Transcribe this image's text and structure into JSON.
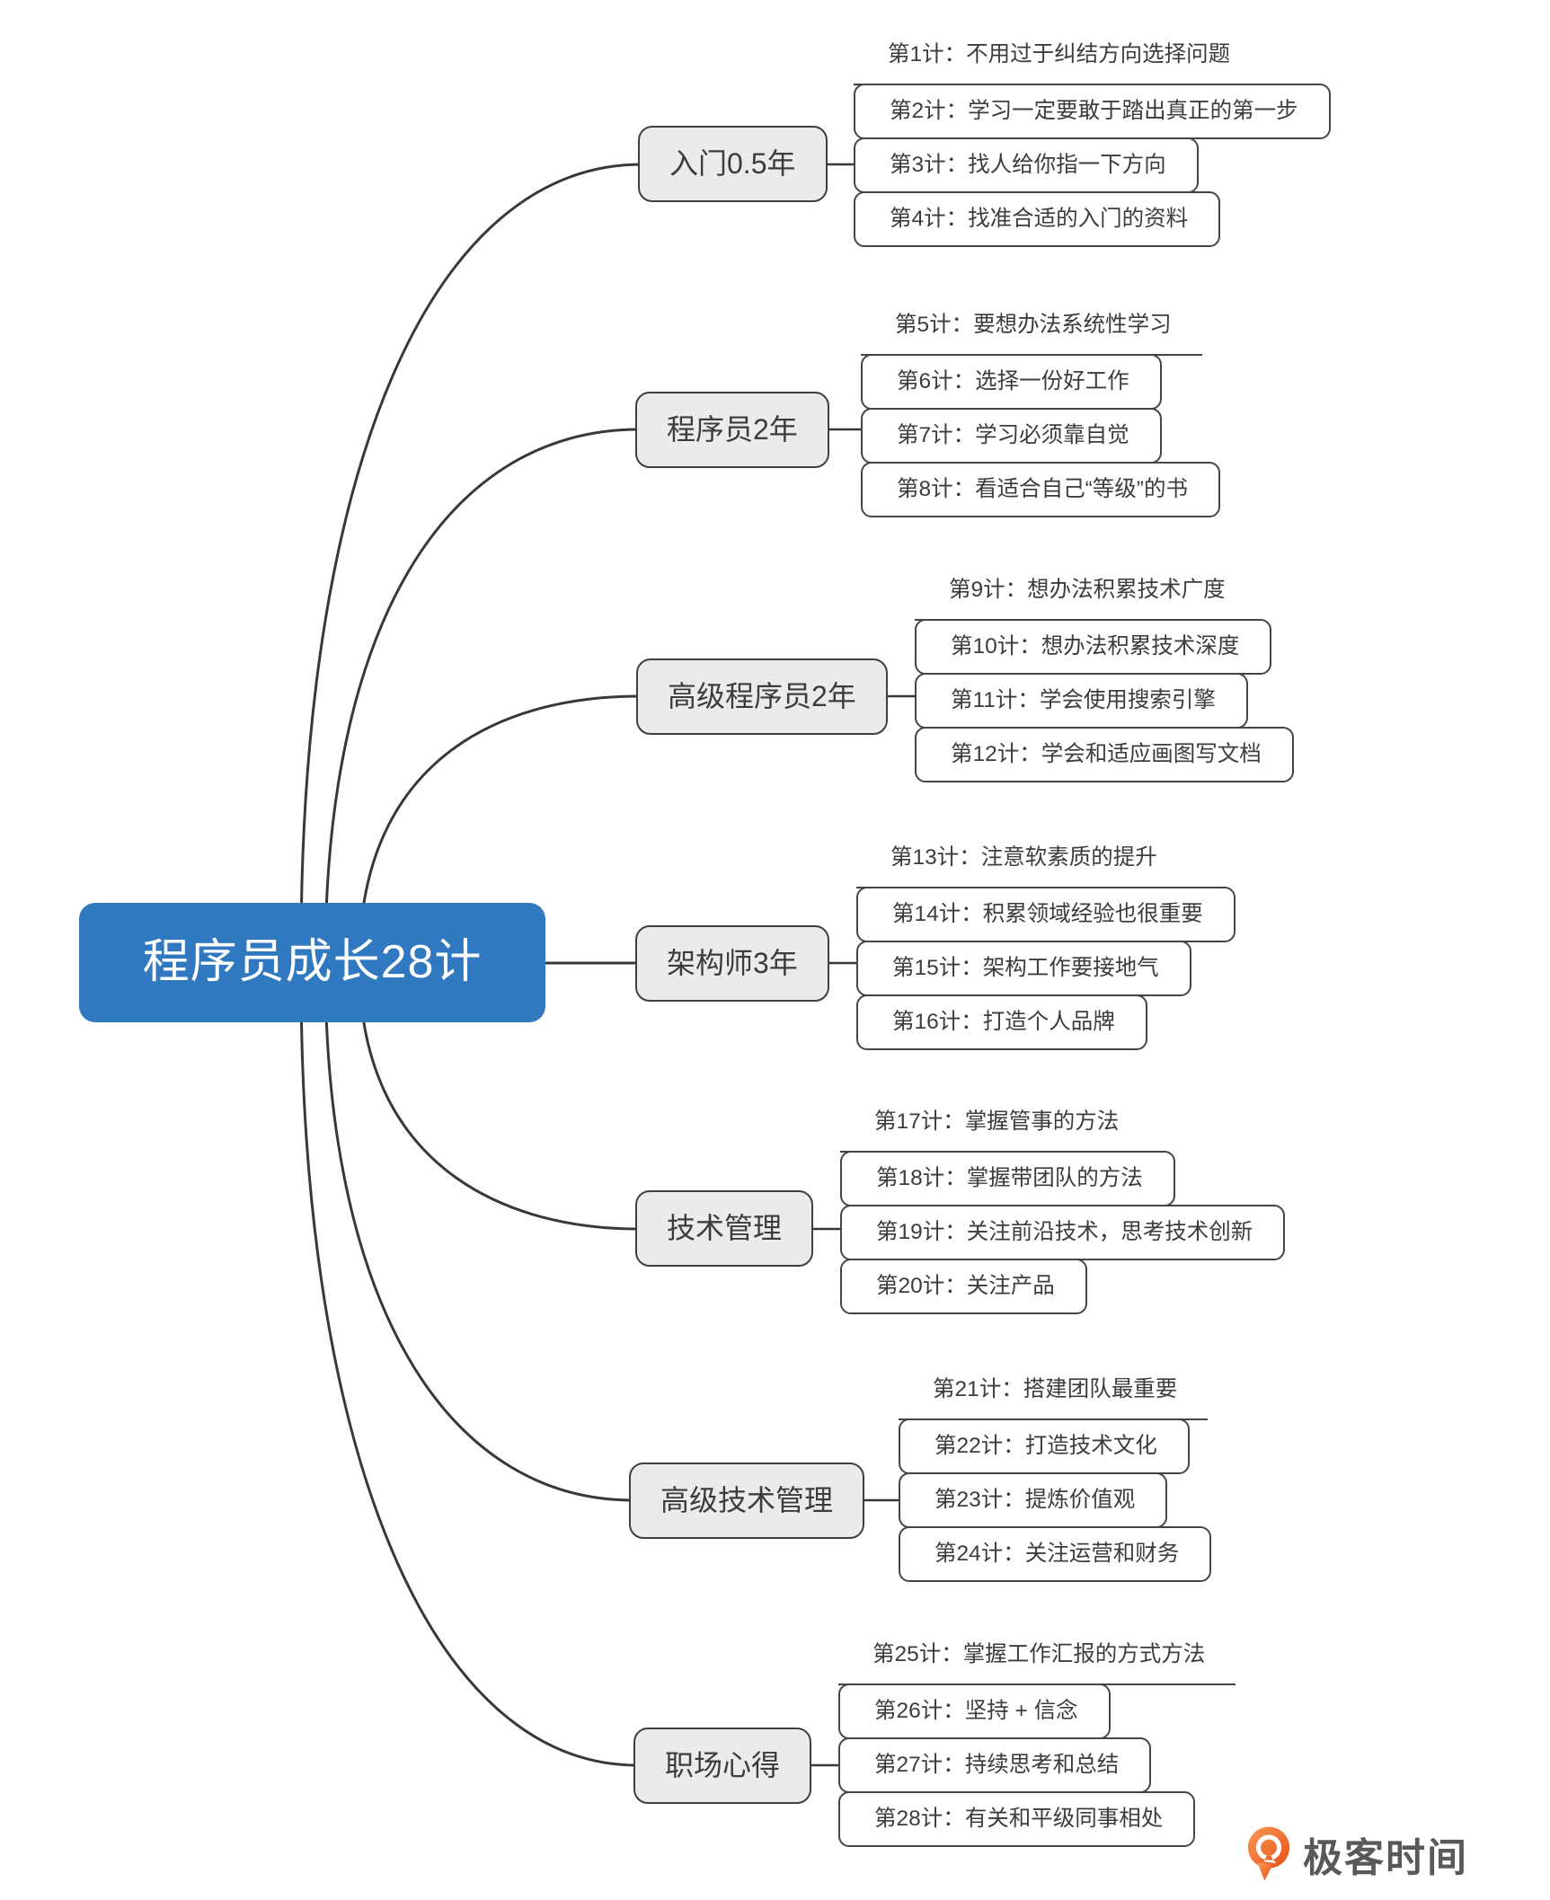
{
  "central": {
    "label": "程序员成长28计"
  },
  "branches": [
    {
      "label": "入门0.5年",
      "items": [
        "第1计：不用过于纠结方向选择问题",
        "第2计：学习一定要敢于踏出真正的第一步",
        "第3计：找人给你指一下方向",
        "第4计：找准合适的入门的资料"
      ]
    },
    {
      "label": "程序员2年",
      "items": [
        "第5计：要想办法系统性学习",
        "第6计：选择一份好工作",
        "第7计：学习必须靠自觉",
        "第8计：看适合自己“等级”的书"
      ]
    },
    {
      "label": "高级程序员2年",
      "items": [
        "第9计：想办法积累技术广度",
        "第10计：想办法积累技术深度",
        "第11计：学会使用搜索引擎",
        "第12计：学会和适应画图写文档"
      ]
    },
    {
      "label": "架构师3年",
      "items": [
        "第13计：注意软素质的提升",
        "第14计：积累领域经验也很重要",
        "第15计：架构工作要接地气",
        "第16计：打造个人品牌"
      ]
    },
    {
      "label": "技术管理",
      "items": [
        "第17计：掌握管事的方法",
        "第18计：掌握带团队的方法",
        "第19计：关注前沿技术，思考技术创新",
        "第20计：关注产品"
      ]
    },
    {
      "label": "高级技术管理",
      "items": [
        "第21计：搭建团队最重要",
        "第22计：打造技术文化",
        "第23计：提炼价值观",
        "第24计：关注运营和财务"
      ]
    },
    {
      "label": "职场心得",
      "items": [
        "第25计：掌握工作汇报的方式方法",
        "第26计：坚持 + 信念",
        "第27计：持续思考和总结",
        "第28计：有关和平级同事相处"
      ]
    }
  ],
  "logo": {
    "label": "极客时间"
  },
  "colors": {
    "central_fill": "#3079c1",
    "central_text": "#ffffff",
    "branch_fill": "#ebebeb",
    "branch_border": "#3f3f3f",
    "leaf_border": "#454545",
    "line": "#383838",
    "logo_orange": "#ed5a1f",
    "logo_text": "#58595b"
  }
}
